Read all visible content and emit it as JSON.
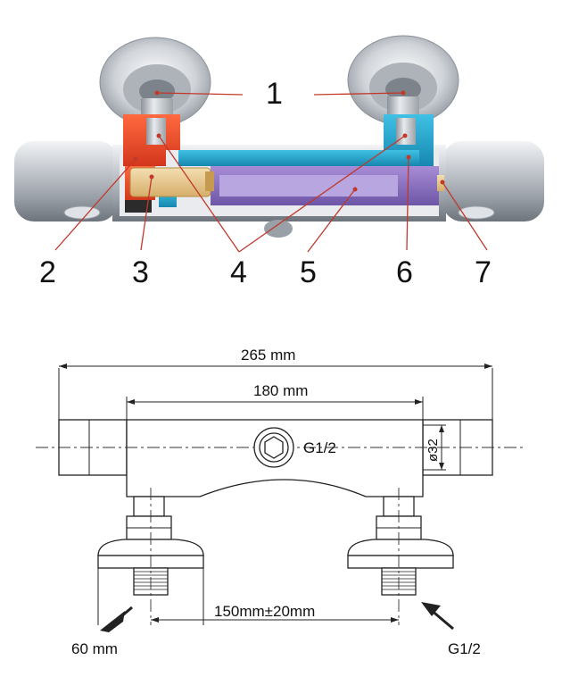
{
  "figure": {
    "callouts": [
      "1",
      "2",
      "3",
      "4",
      "5",
      "6",
      "7"
    ],
    "colors": {
      "hot": "#e84a2c",
      "cold": "#1ea0c8",
      "mixed": "#8a6fbf",
      "cartridge": "#e8c98c",
      "chrome": "#c9cdd3",
      "leader": "#c0392b"
    }
  },
  "drawing": {
    "overall_length": "265 mm",
    "body_length": "180 mm",
    "outlet_thread": "G1/2",
    "diameter": "ø32",
    "inlet_spacing": "150mm±20mm",
    "flange_diameter": "60 mm",
    "inlet_thread": "G1/2"
  }
}
